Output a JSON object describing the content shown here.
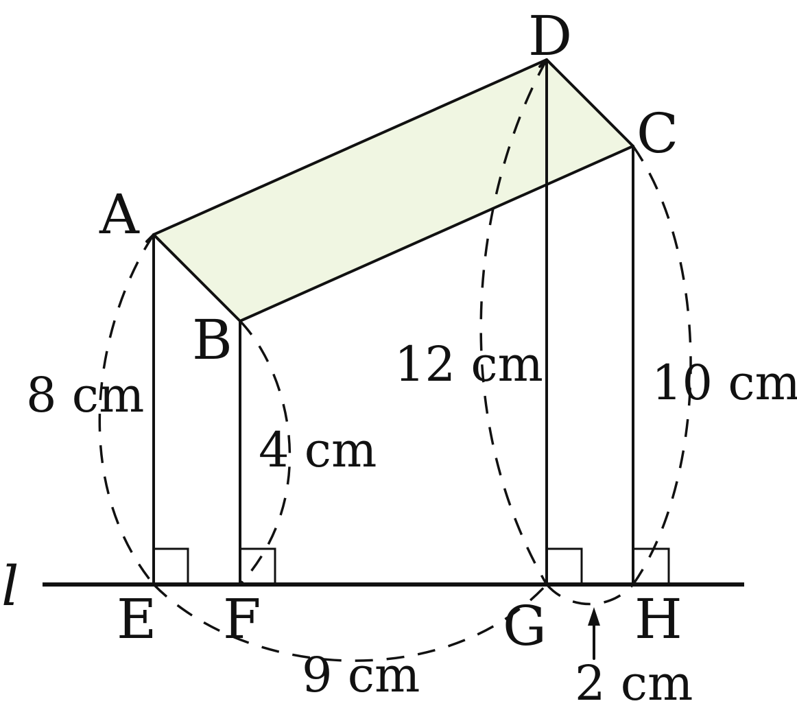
{
  "figure": {
    "colors": {
      "shaded_region": "#f0f6e2",
      "ink": "#111111",
      "background": "#ffffff"
    },
    "line_label": "l",
    "points": {
      "A": "A",
      "B": "B",
      "C": "C",
      "D": "D",
      "E": "E",
      "F": "F",
      "G": "G",
      "H": "H"
    },
    "measurements": {
      "AE": "8 cm",
      "BF": "4 cm",
      "DG": "12 cm",
      "CH": "10 cm",
      "EG": "9 cm",
      "GH": "2 cm"
    }
  }
}
